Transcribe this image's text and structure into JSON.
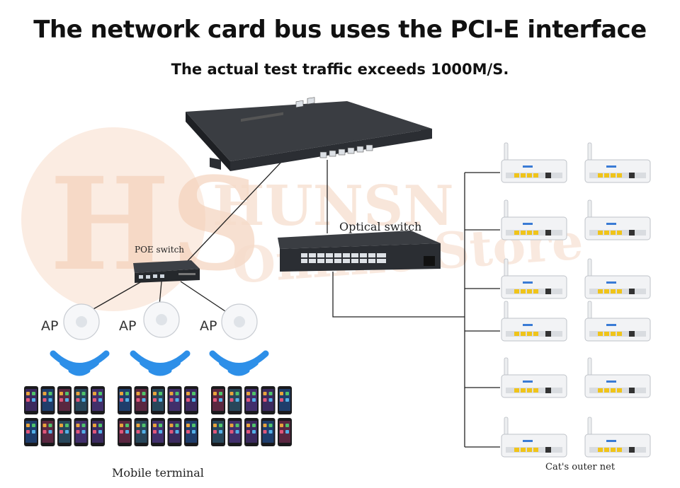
{
  "heading": {
    "title": "The network card bus uses the PCI-E interface",
    "subtitle": "The actual test traffic exceeds 1000M/S."
  },
  "watermark": {
    "logo_letters": "HS",
    "text_line1": "HUNSN",
    "text_line2": "Online Store",
    "color": "#f6dccb"
  },
  "devices": {
    "router_label": "",
    "optical_switch_label": "Optical switch",
    "poe_switch_label": "POE switch",
    "access_points": [
      {
        "label": "AP"
      },
      {
        "label": "AP"
      },
      {
        "label": "AP"
      }
    ],
    "mobile_terminal_label": "Mobile terminal",
    "outer_net_label": "Cat's outer net"
  },
  "colors": {
    "wifi": "#2d8fe8",
    "line": "#222222",
    "device_dark": "#2b2e33",
    "port_yellow": "#f0c419"
  }
}
